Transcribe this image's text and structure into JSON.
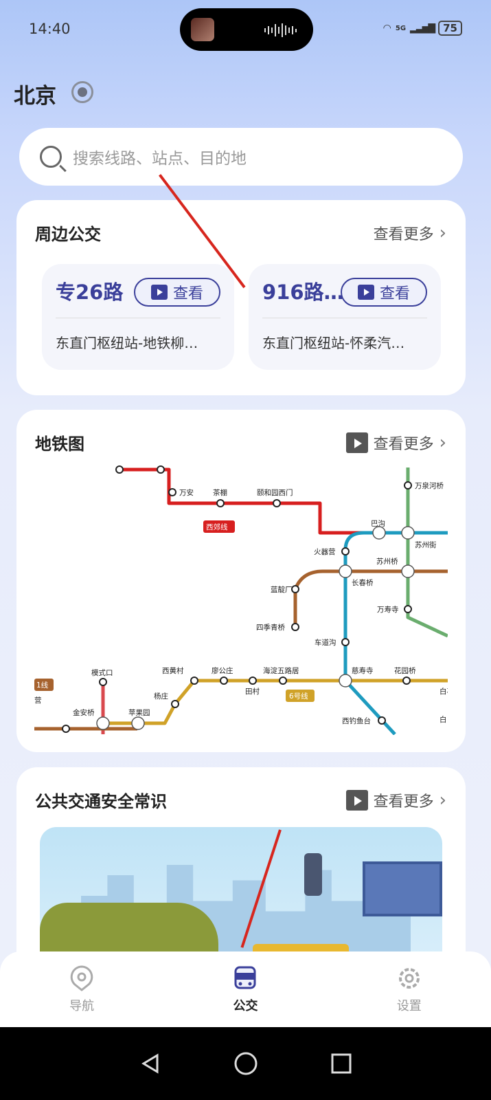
{
  "status": {
    "time": "14:40",
    "network": "5G",
    "battery": "75"
  },
  "header": {
    "city": "北京"
  },
  "search": {
    "placeholder": "搜索线路、站点、目的地"
  },
  "nearby": {
    "title": "周边公交",
    "more": "查看更多",
    "routes": [
      {
        "name": "专26路",
        "view": "查看",
        "desc": "东直门枢纽站-地铁柳…"
      },
      {
        "name": "916路…",
        "view": "查看",
        "desc": "东直门枢纽站-怀柔汽…"
      }
    ]
  },
  "metro": {
    "title": "地铁图",
    "more": "查看更多",
    "line_labels": {
      "xijiao": "西郊线",
      "line6": "6号线",
      "line1": "1线"
    },
    "stations": {
      "wanan": "万安",
      "chapeng": "茶棚",
      "yiheyuan": "颐和园西门",
      "bagou": "巴沟",
      "wanquanhe": "万泉河桥",
      "suzhoujie": "苏州街",
      "huoqiying": "火器营",
      "suzhouqiao": "苏州桥",
      "changchunqiao": "长春桥",
      "landianchang": "蓝靛厂",
      "wanshousi": "万寿寺",
      "sijiqingqiao": "四季青桥",
      "chedaogou": "车道沟",
      "moshikou": "模式口",
      "xihuangcun": "西黄村",
      "liaogongzhuang": "廖公庄",
      "haidianwuluju": "海淀五路居",
      "cishousi": "慈寿寺",
      "huayuanqiao": "花园桥",
      "tiancun": "田村",
      "baishi": "白石",
      "yangzhuang": "杨庄",
      "jinanqiao": "金安桥",
      "pingguoyuan": "苹果园",
      "xidiaoyutai": "西钓鱼台",
      "ying": "营",
      "bai": "白"
    },
    "colors": {
      "xijiao": "#d71f1f",
      "line10": "#1e9bbf",
      "line4": "#6aad6e",
      "line6": "#d0a228",
      "line1": "#a6622e",
      "s1": "#d9494e"
    }
  },
  "safety": {
    "title": "公共交通安全常识",
    "more": "查看更多"
  },
  "nav": {
    "items": [
      {
        "label": "导航"
      },
      {
        "label": "公交"
      },
      {
        "label": "设置"
      }
    ]
  }
}
